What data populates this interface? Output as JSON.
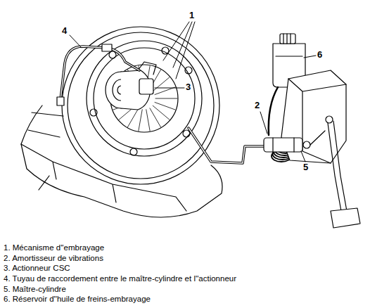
{
  "diagram": {
    "labels": [
      "1",
      "4",
      "3",
      "6",
      "2",
      "5",
      "1. Mécanisme d''embrayage",
      "2. Amortisseur de vibrations",
      "3. Actionneur CSC",
      "4. Tuyau de raccordement entre le maître-cylindre et l''actionneur",
      "5. Maître-cylindre",
      "6. Réservoir d''huile de freins-embrayage"
    ]
  }
}
